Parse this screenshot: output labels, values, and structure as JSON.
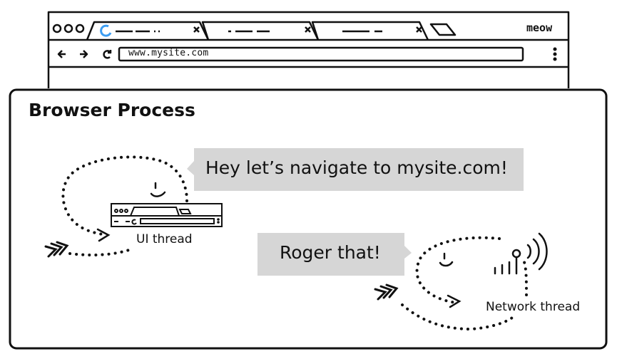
{
  "browser": {
    "brand": "meow",
    "address_bar": {
      "url": "www.mysite.com"
    }
  },
  "process": {
    "title": "Browser Process"
  },
  "threads": {
    "ui": {
      "label": "UI thread",
      "message": "Hey let’s navigate to mysite.com!"
    },
    "network": {
      "label": "Network thread",
      "message": "Roger that!"
    }
  },
  "colors": {
    "outline": "#111111",
    "bubble_fill": "#d6d6d6",
    "background": "#ffffff"
  }
}
